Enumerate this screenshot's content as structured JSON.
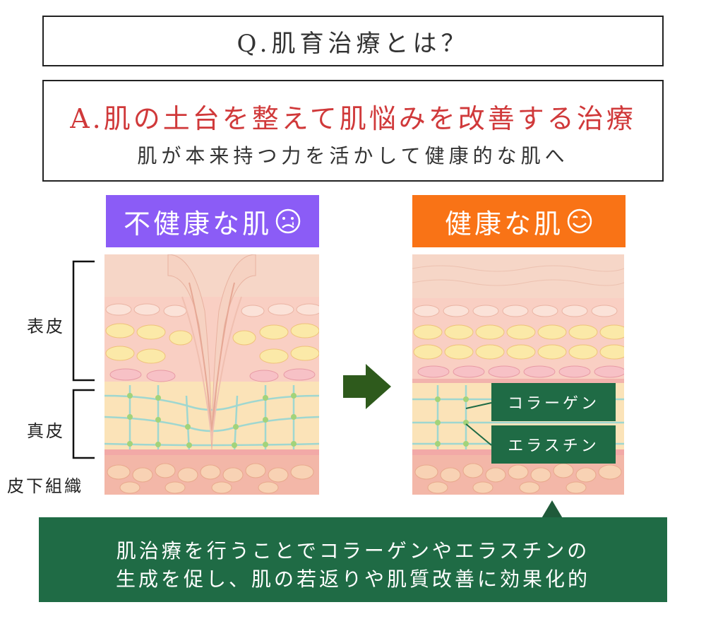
{
  "question": "Q.肌育治療とは？",
  "answer": {
    "headline": "A.肌の土台を整えて肌悩みを改善する治療",
    "subline": "肌が本来持つ力を活かして健康的な肌へ"
  },
  "badges": {
    "unhealthy": "不健康な肌",
    "healthy": "健康な肌"
  },
  "layers": {
    "epidermis": "表皮",
    "dermis": "真皮",
    "subcutis": "皮下組織"
  },
  "fibers": {
    "collagen": "コラーゲン",
    "elastin": "エラスチン"
  },
  "summary": {
    "line1": "肌治療を行うことでコラーゲンやエラスチンの",
    "line2": "生成を促し、肌の若返りや肌質改善に効果化的"
  },
  "colors": {
    "answer_red": "#d0393a",
    "unhealthy_badge": "#8b5cf6",
    "healthy_badge": "#f97316",
    "green_box": "#1f6b45",
    "arrow_green": "#2e5a1c"
  },
  "icons": {
    "sad": "sad-face-icon",
    "happy": "smiley-face-icon",
    "arrow": "right-arrow-icon"
  }
}
